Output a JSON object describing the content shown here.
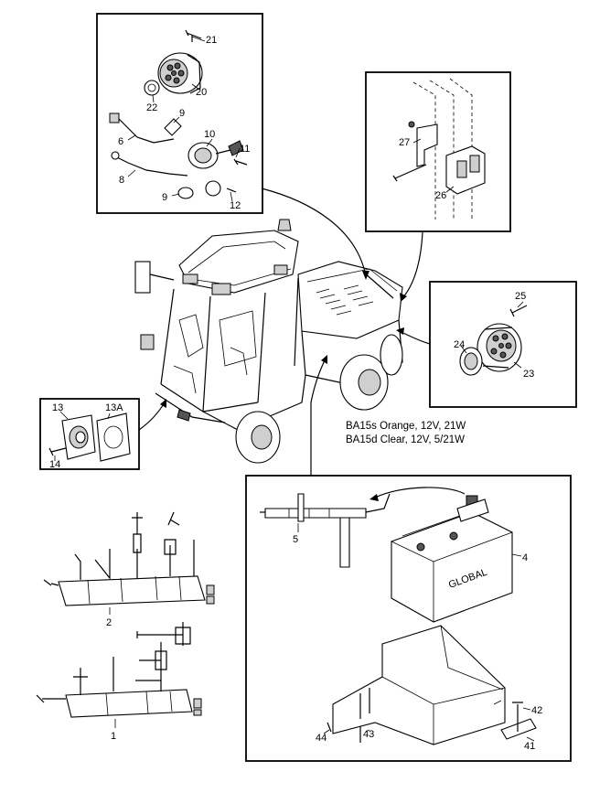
{
  "callouts": {
    "c1": "1",
    "c2": "2",
    "c4": "4",
    "c5": "5",
    "c6": "6",
    "c8": "8",
    "c9a": "9",
    "c9b": "9",
    "c10": "10",
    "c11": "11",
    "c12": "12",
    "c13": "13",
    "c13a": "13A",
    "c14": "14",
    "c20": "20",
    "c21": "21",
    "c22": "22",
    "c23": "23",
    "c24": "24",
    "c25": "25",
    "c26": "26",
    "c27": "27",
    "c41": "41",
    "c42": "42",
    "c43": "43",
    "c44": "44"
  },
  "notes": {
    "bulb_line1": "BA15s Orange, 12V, 21W",
    "bulb_line2": "BA15d Clear, 12V, 5/21W"
  },
  "battery_brand": "GLOBAL"
}
